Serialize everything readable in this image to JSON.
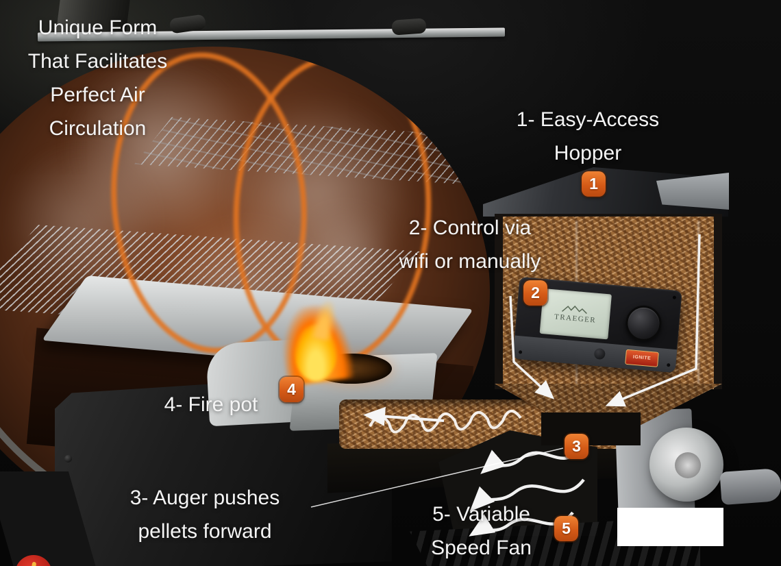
{
  "diagram": {
    "labels": {
      "circulation": {
        "line1": "Unique Form",
        "line2": "That Facilitates",
        "line3": "Perfect Air",
        "line4": "Circulation"
      },
      "hopper": {
        "line1": "1- Easy-Access",
        "line2": "Hopper"
      },
      "control": {
        "line1": "2- Control via",
        "line2": "wifi or manually"
      },
      "firepot": {
        "line1": "4- Fire pot"
      },
      "auger": {
        "line1": "3- Auger pushes",
        "line2": "pellets forward"
      },
      "fan": {
        "line1": "5- Variable",
        "line2": "Speed Fan"
      }
    },
    "badges": {
      "hopper": "1",
      "control": "2",
      "auger": "3",
      "firepot": "4",
      "fan": "5"
    },
    "controller": {
      "brand": "TRAEGER",
      "ignite_label": "IGNITE"
    },
    "colors": {
      "badge_orange": "#d85c1a",
      "label_white": "#f4f4f4",
      "swirl_orange": "#e0731f",
      "lcd_green": "#ccd8c8",
      "ignite_red": "#c02a18",
      "corner_logo_red": "#c2251c"
    }
  }
}
